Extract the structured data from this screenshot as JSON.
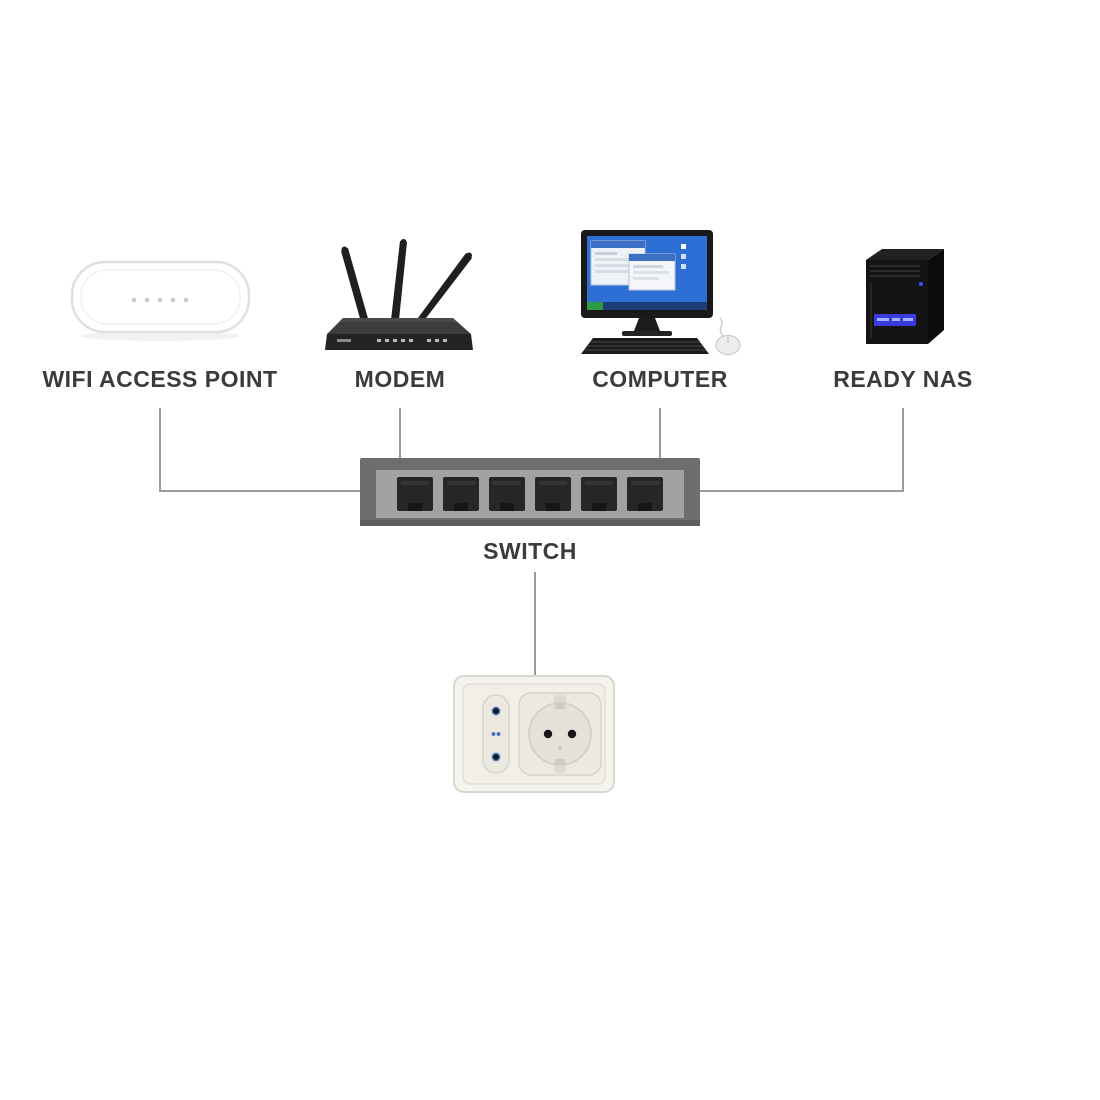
{
  "devices": [
    {
      "name": "wifi-access-point",
      "label": "WIFI ACCESS POINT"
    },
    {
      "name": "modem",
      "label": "MODEM"
    },
    {
      "name": "computer",
      "label": "COMPUTER"
    },
    {
      "name": "ready-nas",
      "label": "READY NAS"
    }
  ],
  "hub": {
    "label": "SWITCH"
  },
  "colors": {
    "connector": "#9b9b9b",
    "label_text": "#3b3b3b",
    "switch_body": "#6e6e6e",
    "switch_panel": "#a2a2a2",
    "port_dark": "#262626",
    "screen_blue": "#2e6fd6",
    "taskbar_blue": "#1d3e7a",
    "nas_display_blue": "#3a3adf",
    "socket_hole_blue": "#3b6db8",
    "outlet_plate": "#f5f3ee"
  }
}
